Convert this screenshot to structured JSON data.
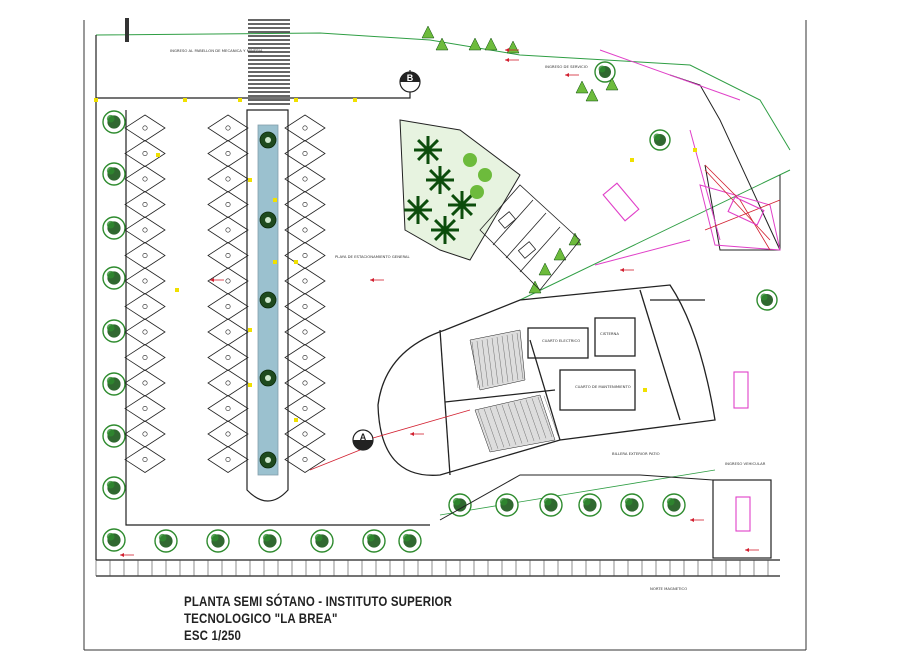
{
  "title": {
    "line1": "PLANTA SEMI SÓTANO - INSTITUTO SUPERIOR",
    "line2": "TECNOLOGICO \"LA BREA\"",
    "line3": "ESC 1/250"
  },
  "labels": {
    "north_access": "INGRESO AL PABELLON DE MECANICA Y MINERIA",
    "parking": "PLAYA DE ESTACIONAMIENTO GENERAL",
    "electric_room": "CUARTO ELECTRICO",
    "cistern": "CISTERNA",
    "maintenance_room": "CUARTO DE MANTENIMIENTO",
    "covered_parking": "INGRESO VEHICULAR",
    "plaza": "BILLERA EXTERIOR PATIO",
    "top_right_access": "INGRESO DE SERVICIO",
    "north_arrow_note": "NORTE MAGNETICO"
  },
  "section_markers": {
    "a": "A",
    "b": "B"
  },
  "colors": {
    "wall": "#222222",
    "tree": "#2e8b2e",
    "tree_dark": "#0c4d0c",
    "hedge": "#6dbb3c",
    "pool": "#4a90a8",
    "site_line": "#2f9e44",
    "magenta": "#e040c8",
    "red": "#d22030",
    "yellow": "#f0e000"
  }
}
